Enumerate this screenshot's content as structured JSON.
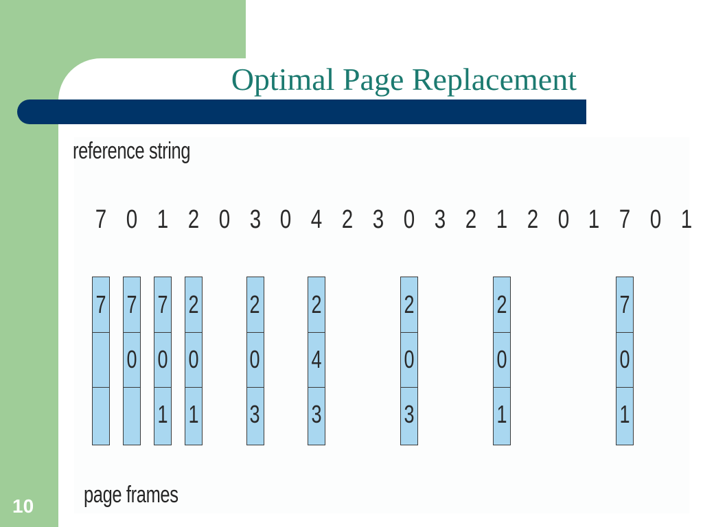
{
  "slide": {
    "title": "Optimal Page Replacement",
    "page_number": "10"
  },
  "colors": {
    "green_panel": "#9fcd98",
    "title_text": "#1c7a70",
    "title_bar": "#003468",
    "frame_fill": "#a9d7f0"
  },
  "diagram": {
    "reference_label": "reference string",
    "frames_label": "page frames",
    "reference_string": [
      "7",
      "0",
      "1",
      "2",
      "0",
      "3",
      "0",
      "4",
      "2",
      "3",
      "0",
      "3",
      "2",
      "1",
      "2",
      "0",
      "1",
      "7",
      "0",
      "1"
    ],
    "frame_columns": [
      {
        "ref_index": 0,
        "frames": [
          "7",
          "",
          ""
        ]
      },
      {
        "ref_index": 1,
        "frames": [
          "7",
          "0",
          ""
        ]
      },
      {
        "ref_index": 2,
        "frames": [
          "7",
          "0",
          "1"
        ]
      },
      {
        "ref_index": 3,
        "frames": [
          "2",
          "0",
          "1"
        ]
      },
      {
        "ref_index": 5,
        "frames": [
          "2",
          "0",
          "3"
        ]
      },
      {
        "ref_index": 7,
        "frames": [
          "2",
          "4",
          "3"
        ]
      },
      {
        "ref_index": 10,
        "frames": [
          "2",
          "0",
          "3"
        ]
      },
      {
        "ref_index": 13,
        "frames": [
          "2",
          "0",
          "1"
        ]
      },
      {
        "ref_index": 17,
        "frames": [
          "7",
          "0",
          "1"
        ]
      }
    ]
  }
}
